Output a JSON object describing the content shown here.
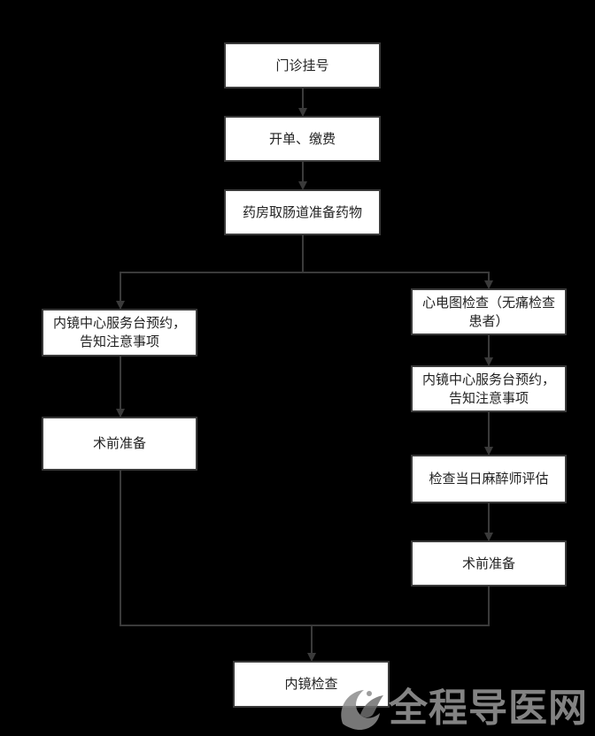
{
  "nodes": {
    "registration": "门诊挂号",
    "billing": "开单、缴费",
    "pharmacy": "药房取肠道准备药物",
    "left_booking": "内镜中心服务台预约，告知注意事项",
    "left_prep": "术前准备",
    "ecg": "心电图检查（无痛检查患者）",
    "right_booking": "内镜中心服务台预约，告知注意事项",
    "anesthesia_eval": "检查当日麻醉师评估",
    "right_prep": "术前准备",
    "endoscopy": "内镜检查"
  },
  "watermark": {
    "text": "全程导医网",
    "logo_icon": "crane-logo-icon"
  },
  "colors": {
    "background": "#000000",
    "node_fill": "#ffffff",
    "line": "#3a3a3a"
  }
}
